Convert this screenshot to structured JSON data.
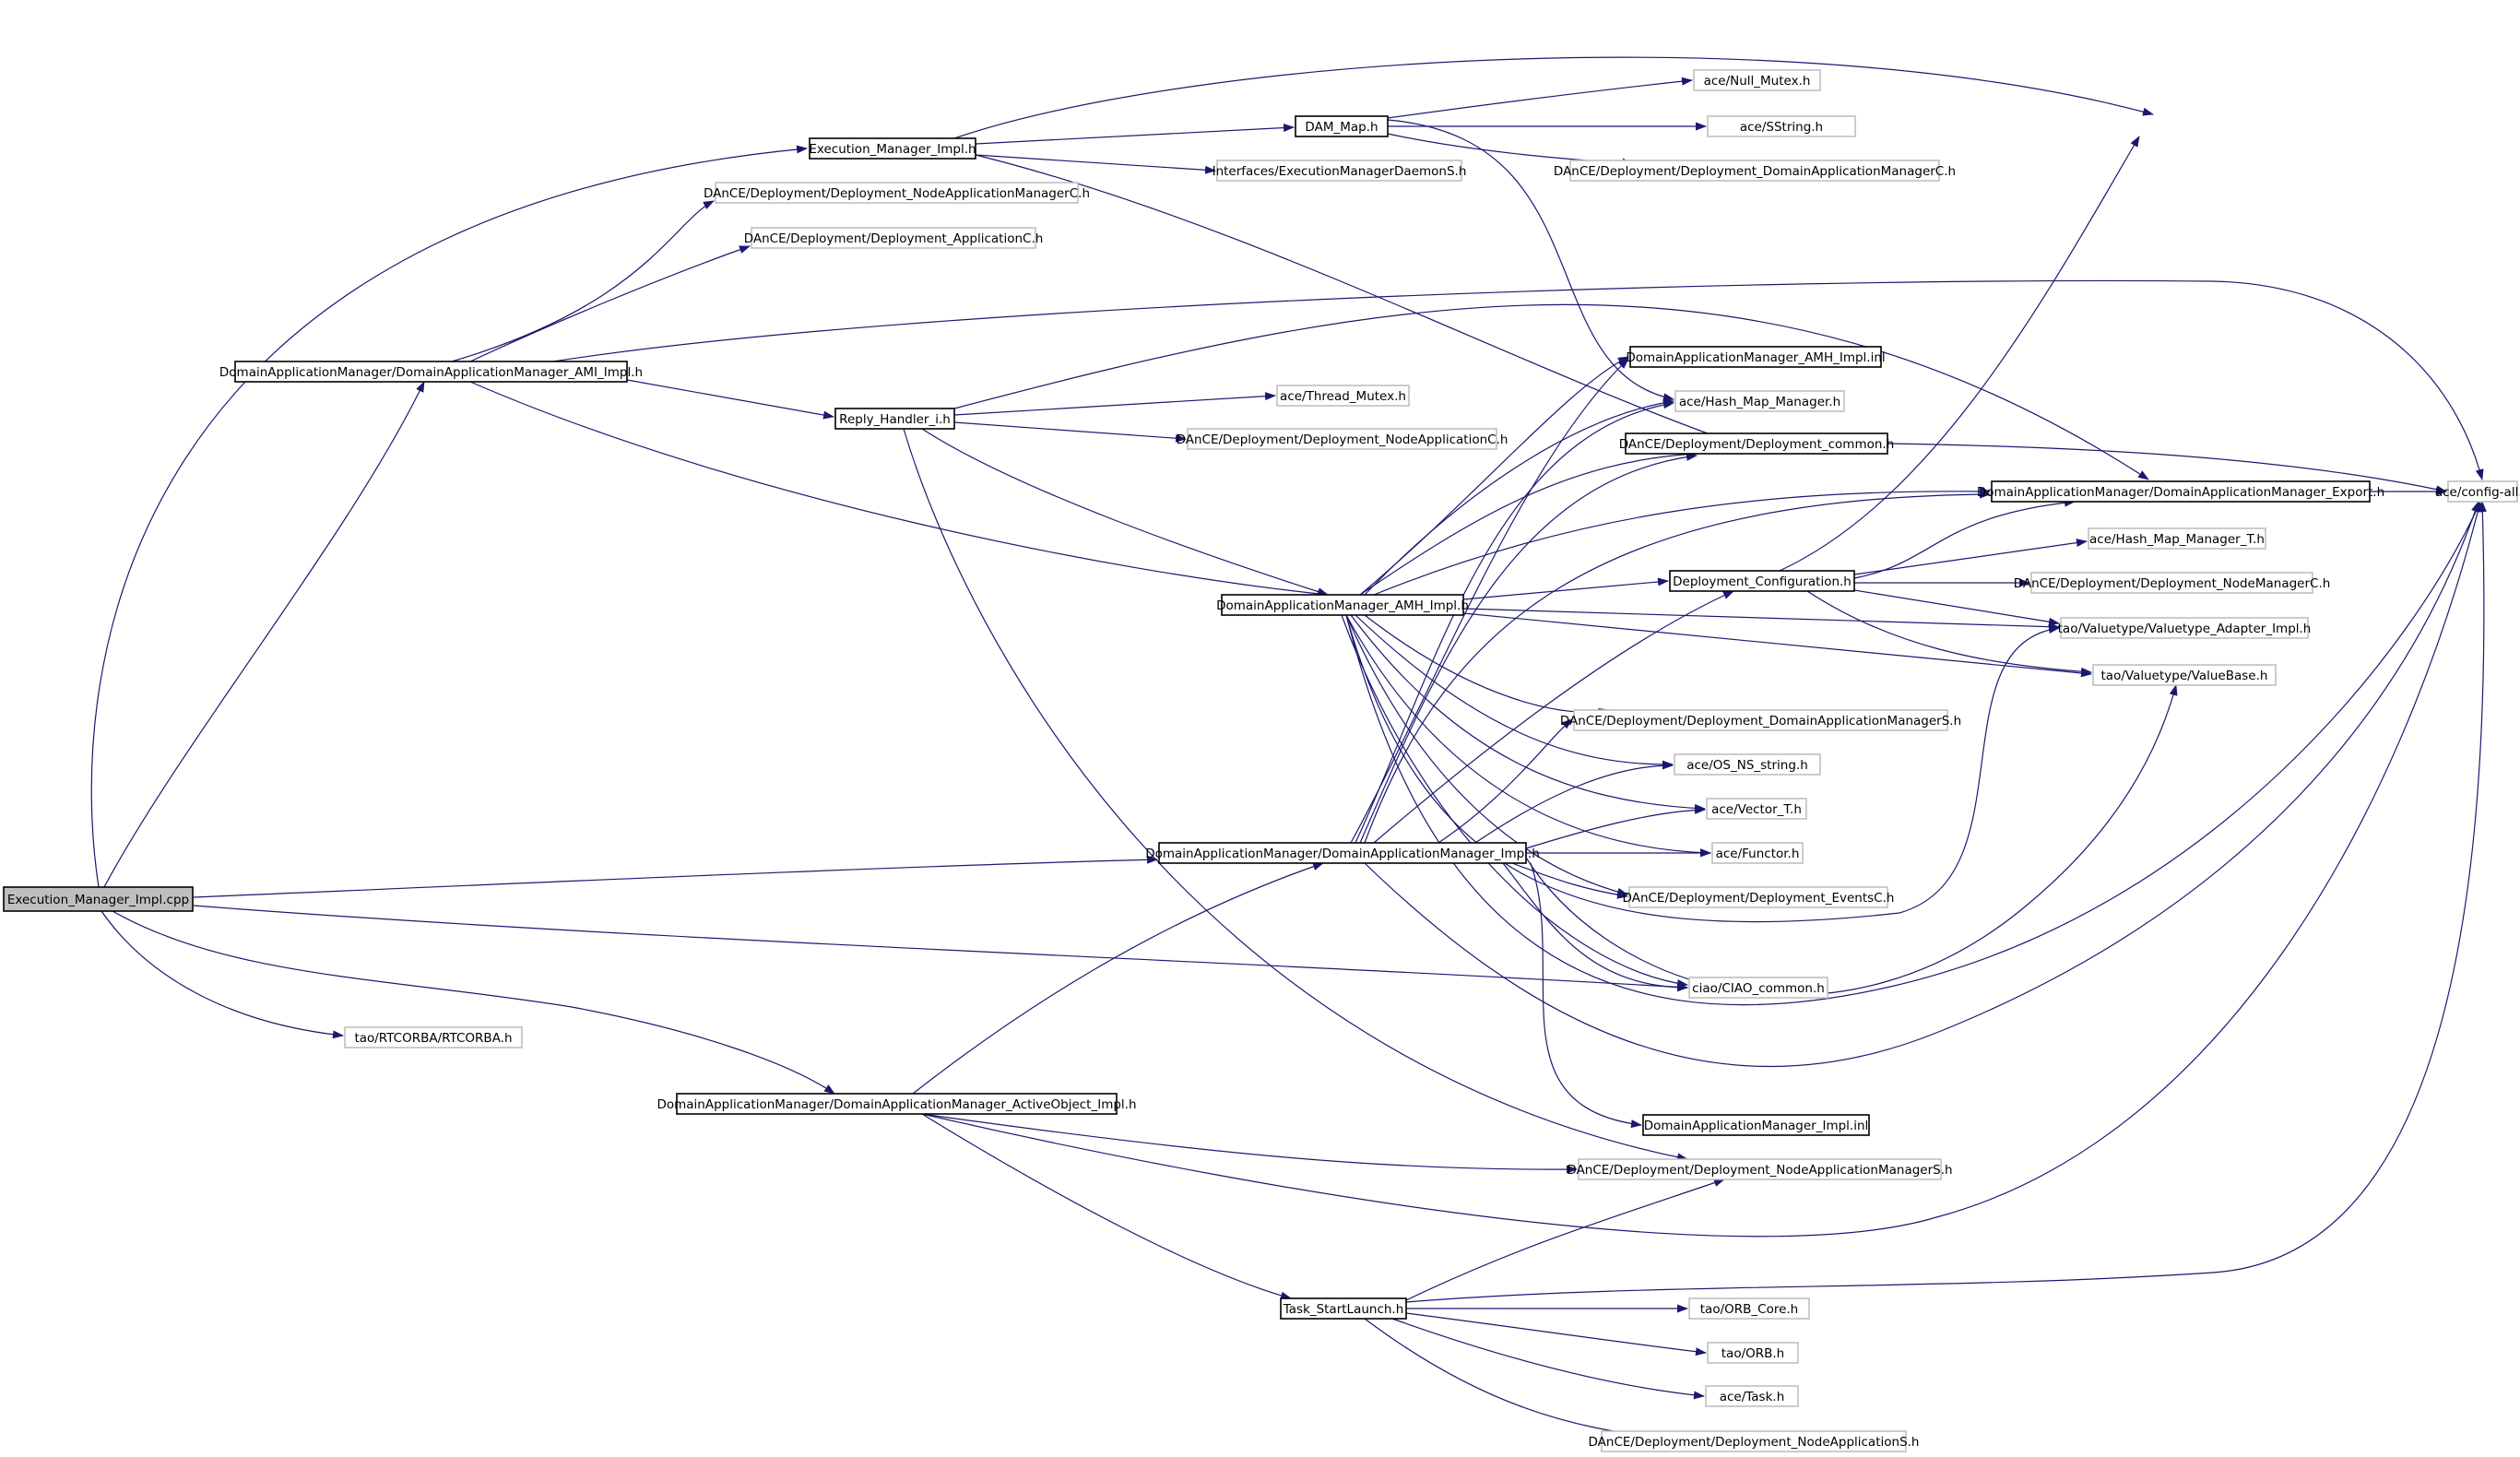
{
  "graph": {
    "colors": {
      "edge": "#191970",
      "root_fill": "#bfbfbf",
      "box_stroke": "#000000",
      "external_stroke": "#bfbfbf"
    },
    "nodes": [
      {
        "id": "root",
        "label": "Execution_Manager_Impl.cpp",
        "kind": "root"
      },
      {
        "id": "emi",
        "label": "Execution_Manager_Impl.h",
        "kind": "documented"
      },
      {
        "id": "dammap",
        "label": "DAM_Map.h",
        "kind": "documented"
      },
      {
        "id": "nullmutex",
        "label": "ace/Null_Mutex.h",
        "kind": "external"
      },
      {
        "id": "sstring",
        "label": "ace/SString.h",
        "kind": "external"
      },
      {
        "id": "emdaemon",
        "label": "Interfaces/ExecutionManagerDaemonS.h",
        "kind": "external"
      },
      {
        "id": "domappmgrC",
        "label": "DAnCE/Deployment/Deployment_DomainApplicationManagerC.h",
        "kind": "external"
      },
      {
        "id": "nodeappmgrC",
        "label": "DAnCE/Deployment/Deployment_NodeApplicationManagerC.h",
        "kind": "external"
      },
      {
        "id": "appC",
        "label": "DAnCE/Deployment/Deployment_ApplicationC.h",
        "kind": "external"
      },
      {
        "id": "ami",
        "label": "DomainApplicationManager/DomainApplicationManager_AMI_Impl.h",
        "kind": "documented"
      },
      {
        "id": "reply",
        "label": "Reply_Handler_i.h",
        "kind": "documented"
      },
      {
        "id": "threadmutex",
        "label": "ace/Thread_Mutex.h",
        "kind": "external"
      },
      {
        "id": "nodeappC",
        "label": "DAnCE/Deployment/Deployment_NodeApplicationC.h",
        "kind": "external"
      },
      {
        "id": "amhinl",
        "label": "DomainApplicationManager_AMH_Impl.inl",
        "kind": "documented"
      },
      {
        "id": "hashmap",
        "label": "ace/Hash_Map_Manager.h",
        "kind": "external"
      },
      {
        "id": "depcommon",
        "label": "DAnCE/Deployment/Deployment_common.h",
        "kind": "documented"
      },
      {
        "id": "export",
        "label": "DomainApplicationManager/DomainApplicationManager_Export.h",
        "kind": "documented"
      },
      {
        "id": "configall",
        "label": "ace/config-all.h",
        "kind": "external"
      },
      {
        "id": "hashmapT",
        "label": "ace/Hash_Map_Manager_T.h",
        "kind": "external"
      },
      {
        "id": "amh",
        "label": "DomainApplicationManager_AMH_Impl.h",
        "kind": "documented"
      },
      {
        "id": "depconfig",
        "label": "Deployment_Configuration.h",
        "kind": "documented"
      },
      {
        "id": "nodemgrC",
        "label": "DAnCE/Deployment/Deployment_NodeManagerC.h",
        "kind": "external"
      },
      {
        "id": "vtadapter",
        "label": "tao/Valuetype/Valuetype_Adapter_Impl.h",
        "kind": "external"
      },
      {
        "id": "valuebase",
        "label": "tao/Valuetype/ValueBase.h",
        "kind": "external"
      },
      {
        "id": "domappmgrS",
        "label": "DAnCE/Deployment/Deployment_DomainApplicationManagerS.h",
        "kind": "external"
      },
      {
        "id": "osns",
        "label": "ace/OS_NS_string.h",
        "kind": "external"
      },
      {
        "id": "vectorT",
        "label": "ace/Vector_T.h",
        "kind": "external"
      },
      {
        "id": "functor",
        "label": "ace/Functor.h",
        "kind": "external"
      },
      {
        "id": "dami",
        "label": "DomainApplicationManager/DomainApplicationManager_Impl.h",
        "kind": "documented"
      },
      {
        "id": "eventsC",
        "label": "DAnCE/Deployment/Deployment_EventsC.h",
        "kind": "external"
      },
      {
        "id": "ciao",
        "label": "ciao/CIAO_common.h",
        "kind": "external"
      },
      {
        "id": "rtcorba",
        "label": "tao/RTCORBA/RTCORBA.h",
        "kind": "external"
      },
      {
        "id": "activeobj",
        "label": "DomainApplicationManager/DomainApplicationManager_ActiveObject_Impl.h",
        "kind": "documented"
      },
      {
        "id": "daminl",
        "label": "DomainApplicationManager_Impl.inl",
        "kind": "documented"
      },
      {
        "id": "nodeappmgrS",
        "label": "DAnCE/Deployment/Deployment_NodeApplicationManagerS.h",
        "kind": "external"
      },
      {
        "id": "task",
        "label": "Task_StartLaunch.h",
        "kind": "documented"
      },
      {
        "id": "orbcore",
        "label": "tao/ORB_Core.h",
        "kind": "external"
      },
      {
        "id": "orb",
        "label": "tao/ORB.h",
        "kind": "external"
      },
      {
        "id": "acetask",
        "label": "ace/Task.h",
        "kind": "external"
      },
      {
        "id": "nodeappS",
        "label": "DAnCE/Deployment/Deployment_NodeApplicationS.h",
        "kind": "external"
      }
    ]
  }
}
